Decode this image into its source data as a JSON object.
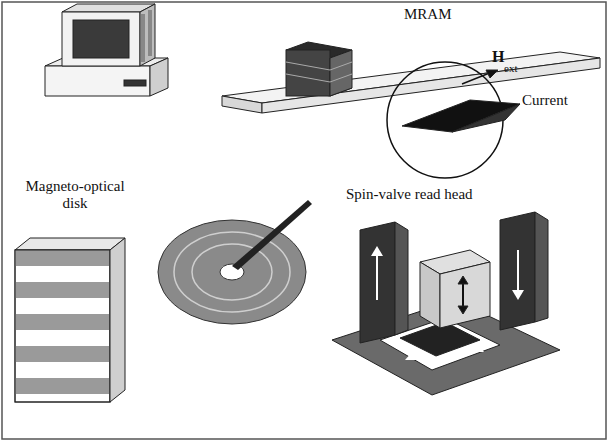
{
  "diagram": {
    "labels": [
      "MRAM",
      "H⃗",
      "ext",
      "Current",
      "Magneto-optical disk",
      "Spin-valve read head"
    ]
  }
}
